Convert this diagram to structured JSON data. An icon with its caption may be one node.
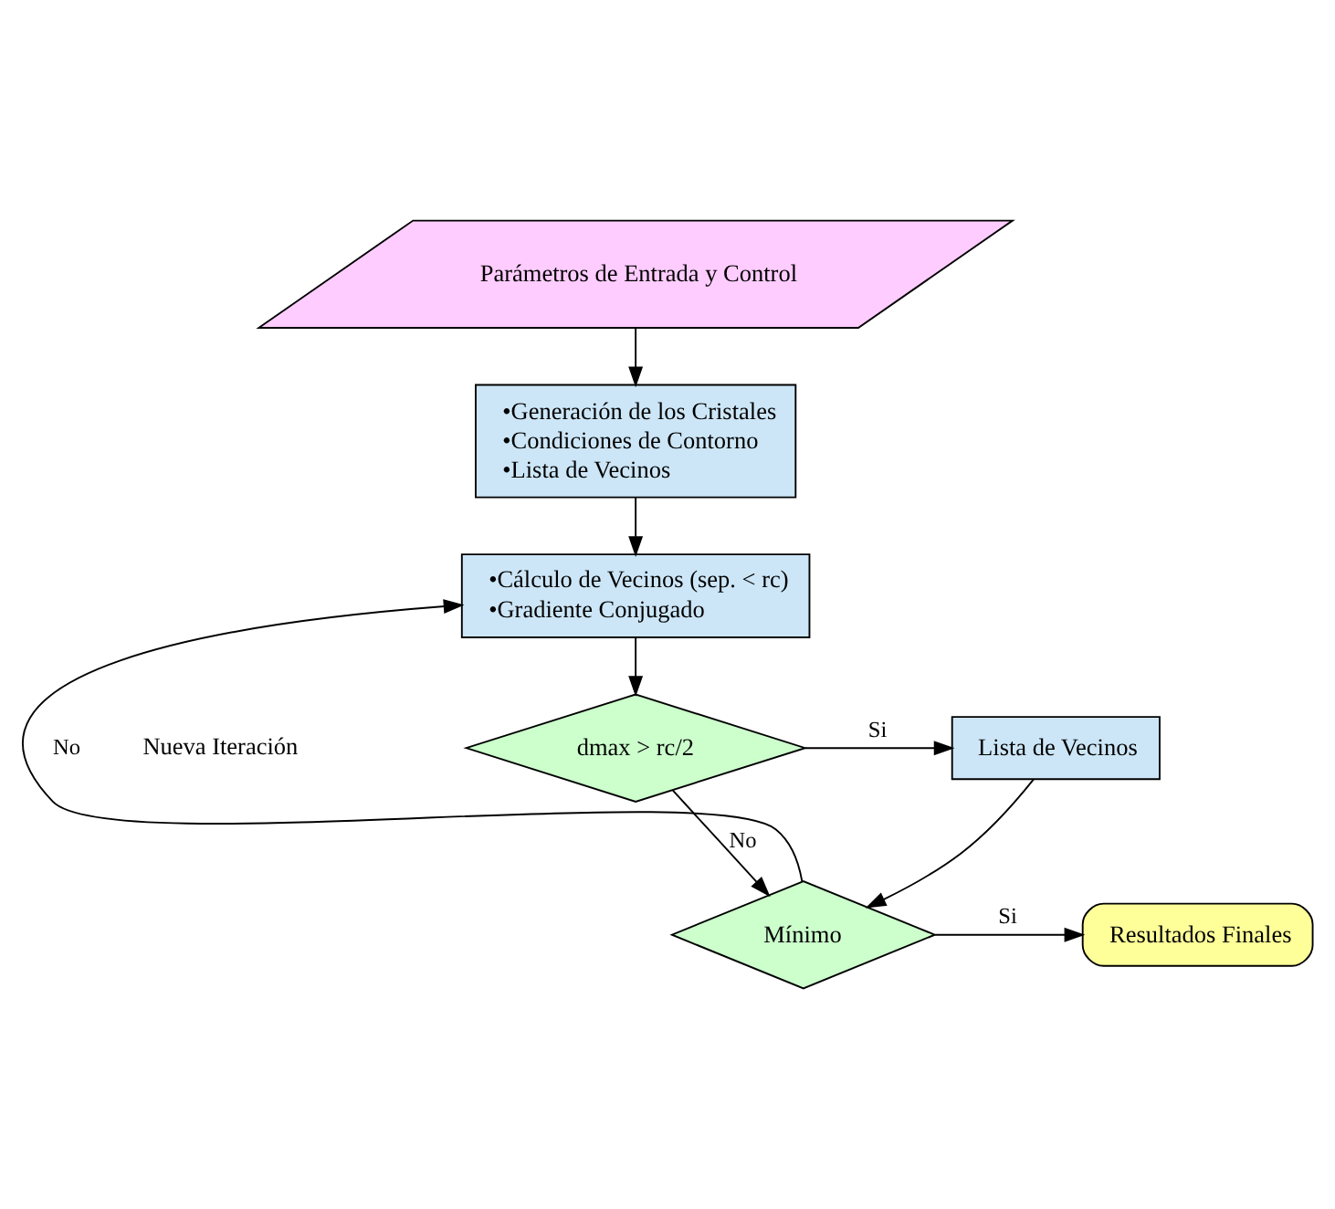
{
  "diagram": {
    "nodes": [
      {
        "text": [
          "Parámetros de Entrada y Control"
        ]
      },
      {
        "text": [
          "•Generación de los Cristales",
          "•Condiciones de Contorno",
          "•Lista de Vecinos"
        ]
      },
      {
        "text": [
          "•Cálculo de Vecinos (sep. < rc)",
          "•Gradiente Conjugado"
        ]
      },
      {
        "text": [
          "dmax > rc/2"
        ]
      },
      {
        "text": [
          "Lista de Vecinos"
        ]
      },
      {
        "text": [
          "Mínimo"
        ]
      },
      {
        "text": [
          "Resultados Finales"
        ]
      }
    ],
    "edges": [
      {
        "from": 0,
        "to": 1,
        "arrow": "to"
      },
      {
        "from": 1,
        "to": 2,
        "arrow": "to"
      },
      {
        "from": 2,
        "to": 3,
        "arrow": "to"
      },
      {
        "from": 3,
        "to": 4,
        "arrow": "to",
        "label": "Si"
      },
      {
        "from": 3,
        "to": 5,
        "arrow": "to",
        "label": "No"
      },
      {
        "from": 4,
        "to": 5,
        "arrow": "to"
      },
      {
        "from": 5,
        "to": 2,
        "arrow": "to",
        "label": "No"
      },
      {
        "from": 5,
        "to": 6,
        "arrow": "to",
        "label": "Si"
      }
    ],
    "labels": [
      "Nueva Iteración"
    ]
  }
}
